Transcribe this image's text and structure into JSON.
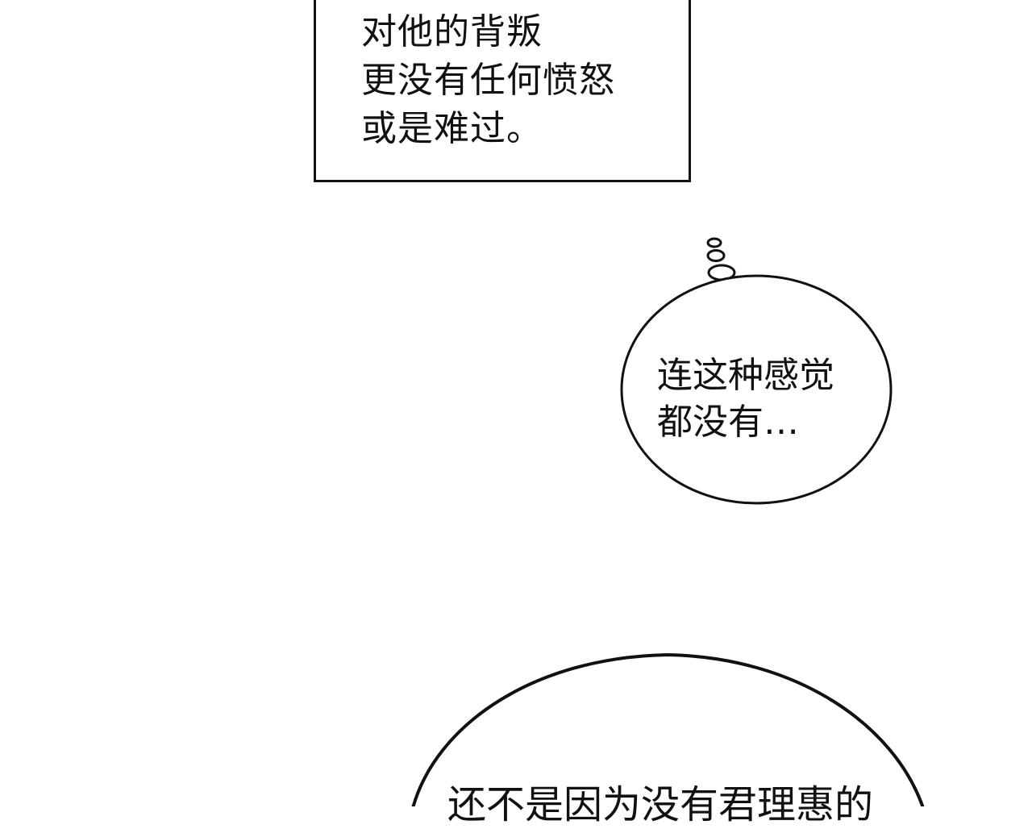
{
  "panel_1": {
    "narration_lines": [
      "对他的背叛",
      "更没有任何愤怒",
      "或是难过。"
    ]
  },
  "panel_2": {
    "thought_lines": [
      "连这种感觉",
      "都没有…"
    ]
  },
  "panel_3": {
    "speech_line": "还不是因为没有君理惠的"
  },
  "colors": {
    "ink": "#111111",
    "paper": "#ffffff"
  }
}
